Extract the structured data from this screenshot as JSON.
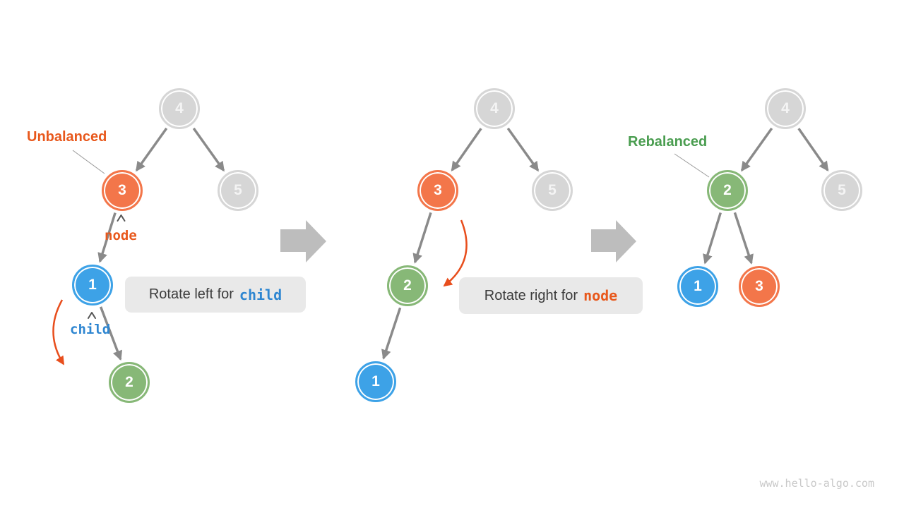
{
  "colors": {
    "node_orange": "#f3764a",
    "node_blue": "#3da2e7",
    "node_green": "#87b877",
    "node_gray": "#d6d6d6",
    "edge_gray": "#8a8a8a",
    "step_arrow_gray": "#bdbdbd",
    "rotation_arrow_orange": "#e84e1d",
    "caption_bg": "#e9e9e9",
    "caption_text": "#3c3c3c",
    "unbalanced_label": "#e8581c",
    "rebalanced_label": "#4a9d50",
    "child_keyword": "#2e86d1",
    "node_keyword": "#e8581c"
  },
  "labels": {
    "unbalanced": "Unbalanced",
    "rebalanced": "Rebalanced",
    "node_ref": "node",
    "child_ref": "child"
  },
  "captions": {
    "left_prefix": "Rotate left for",
    "left_keyword": "child",
    "right_prefix": "Rotate right for",
    "right_keyword": "node"
  },
  "trees": {
    "tree1": {
      "n4": "4",
      "n3": "3",
      "n5": "5",
      "n1": "1",
      "n2": "2"
    },
    "tree2": {
      "n4": "4",
      "n3": "3",
      "n5": "5",
      "n2": "2",
      "n1": "1"
    },
    "tree3": {
      "n4": "4",
      "n2": "2",
      "n5": "5",
      "n1": "1",
      "n3": "3"
    }
  },
  "watermark": "www.hello-algo.com"
}
